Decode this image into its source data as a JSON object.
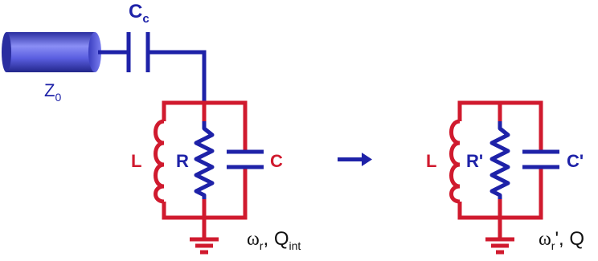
{
  "colors": {
    "coupling": "#1e22a8",
    "resonator": "#d01a2e",
    "ground": "#d01a2e",
    "cable_light": "#7a7ef0",
    "cable_dark": "#2a2ea0",
    "arrow": "#1e22a8"
  },
  "labels": {
    "coupling_capacitor": "C",
    "coupling_capacitor_sub": "c",
    "impedance": "Z",
    "impedance_sub": "0",
    "inductor_left": "L",
    "resistor_left": "R",
    "capacitor_left": "C",
    "inductor_right": "L",
    "resistor_right": "R'",
    "capacitor_right": "C'"
  },
  "annotations": {
    "left": {
      "omega": "ω",
      "omega_sub": "r",
      "separator": ", ",
      "q": "Q",
      "q_sub": "int"
    },
    "right": {
      "omega": "ω",
      "omega_sub": "r",
      "prime": "', ",
      "q": "Q"
    }
  }
}
